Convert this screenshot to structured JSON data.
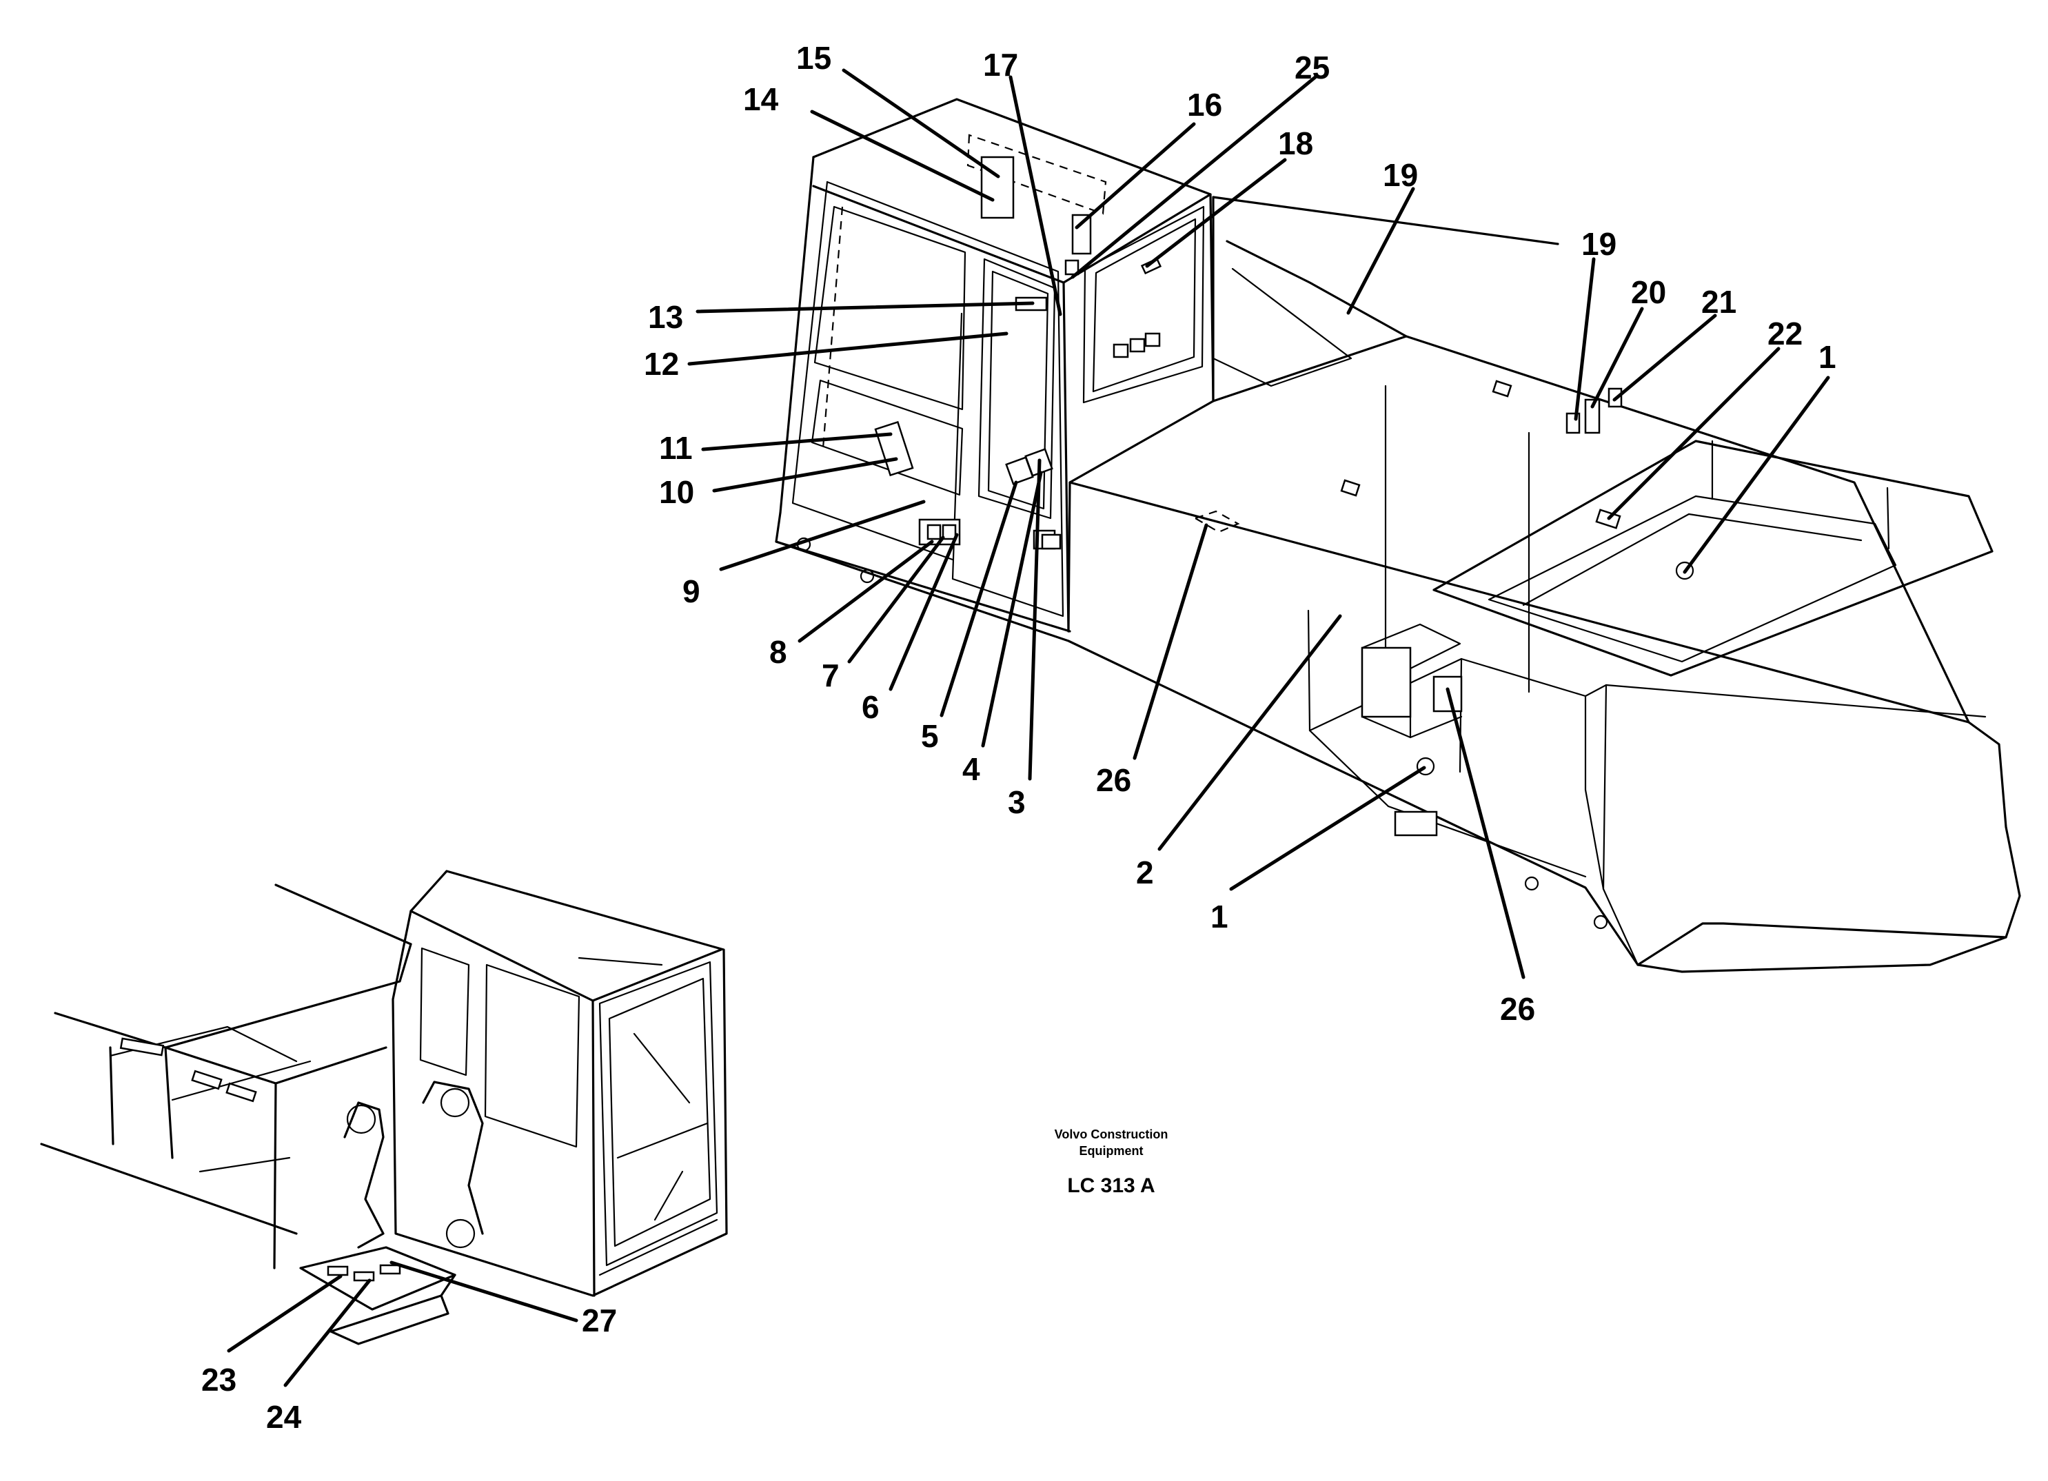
{
  "callouts": [
    {
      "id": "c15",
      "text": "15"
    },
    {
      "id": "c17",
      "text": "17"
    },
    {
      "id": "c25",
      "text": "25"
    },
    {
      "id": "c14",
      "text": "14"
    },
    {
      "id": "c16",
      "text": "16"
    },
    {
      "id": "c18",
      "text": "18"
    },
    {
      "id": "c19a",
      "text": "19"
    },
    {
      "id": "c19b",
      "text": "19"
    },
    {
      "id": "c20",
      "text": "20"
    },
    {
      "id": "c21",
      "text": "21"
    },
    {
      "id": "c22",
      "text": "22"
    },
    {
      "id": "c1a",
      "text": "1"
    },
    {
      "id": "c13",
      "text": "13"
    },
    {
      "id": "c12",
      "text": "12"
    },
    {
      "id": "c11",
      "text": "11"
    },
    {
      "id": "c10",
      "text": "10"
    },
    {
      "id": "c9",
      "text": "9"
    },
    {
      "id": "c8",
      "text": "8"
    },
    {
      "id": "c7",
      "text": "7"
    },
    {
      "id": "c6",
      "text": "6"
    },
    {
      "id": "c5",
      "text": "5"
    },
    {
      "id": "c4",
      "text": "4"
    },
    {
      "id": "c3",
      "text": "3"
    },
    {
      "id": "c26a",
      "text": "26"
    },
    {
      "id": "c2",
      "text": "2"
    },
    {
      "id": "c1b",
      "text": "1"
    },
    {
      "id": "c26b",
      "text": "26"
    },
    {
      "id": "c27",
      "text": "27"
    },
    {
      "id": "c23",
      "text": "23"
    },
    {
      "id": "c24",
      "text": "24"
    }
  ],
  "footer": {
    "company_line1": "Volvo Construction",
    "company_line2": "Equipment",
    "drawing_code": "LC 313 A"
  }
}
